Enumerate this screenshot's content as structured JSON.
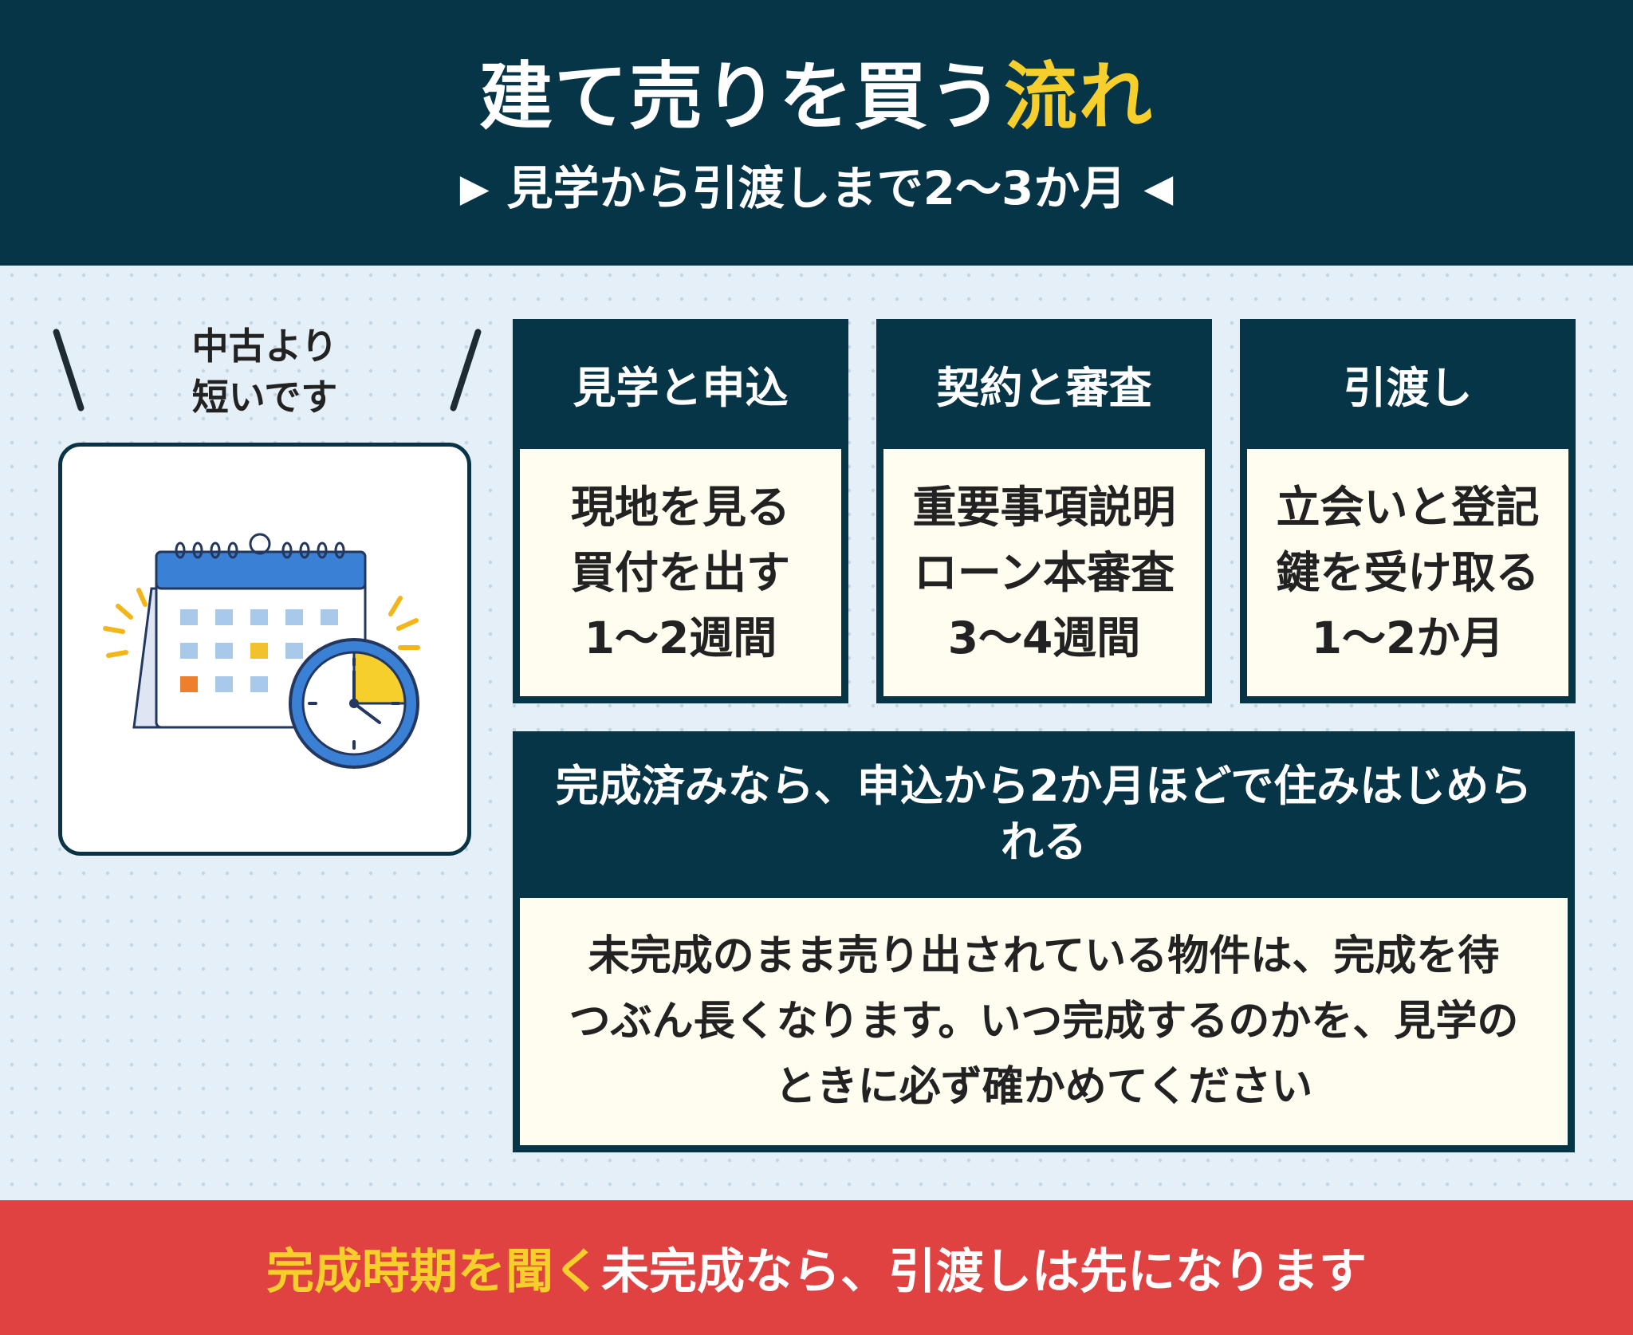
{
  "header": {
    "title_main": "建て売りを買う",
    "title_highlight": "流れ",
    "subtitle_left_marker": "▶",
    "subtitle": "見学から引渡しまで2〜3か月",
    "subtitle_right_marker": "◀"
  },
  "left_note": {
    "line1": "中古より",
    "line2": "短いです"
  },
  "steps": [
    {
      "title": "見学と申込",
      "lines": [
        "現地を見る",
        "買付を出す",
        "1〜2週間"
      ]
    },
    {
      "title": "契約と審査",
      "lines": [
        "重要事項説明",
        "ローン本審査",
        "3〜4週間"
      ]
    },
    {
      "title": "引渡し",
      "lines": [
        "立会いと登記",
        "鍵を受け取る",
        "1〜2か月"
      ]
    }
  ],
  "note": {
    "title": "完成済みなら、申込から2か月ほどで住みはじめられる",
    "body": "未完成のまま売り出されている物件は、完成を待つぶん長くなります。いつ完成するのかを、見学のときに必ず確かめてください"
  },
  "footer": {
    "highlight": "完成時期を聞く",
    "text": "未完成なら、引渡しは先になります"
  },
  "colors": {
    "navy": "#063548",
    "yellow": "#f7cf2c",
    "red": "#e04241",
    "cream": "#fffdf0",
    "background": "#e4eff7"
  },
  "icons": {
    "illustration": "calendar-clock-icon"
  }
}
